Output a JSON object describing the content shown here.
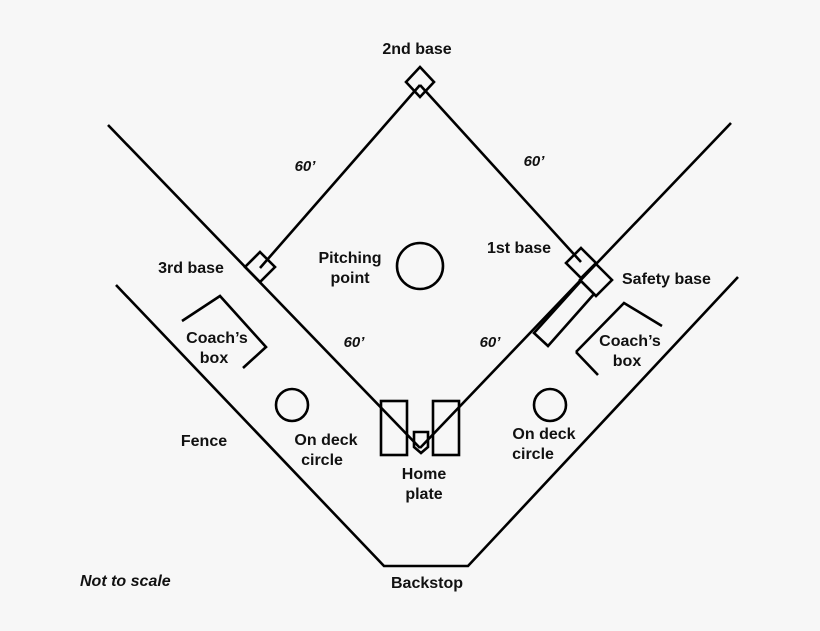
{
  "labels": {
    "second_base": "2nd base",
    "first_base": "1st base",
    "third_base": "3rd base",
    "safety_base": "Safety base",
    "pitching_point_line1": "Pitching",
    "pitching_point_line2": "point",
    "coach_box_left_line1": "Coach’s",
    "coach_box_left_line2": "box",
    "coach_box_right_line1": "Coach’s",
    "coach_box_right_line2": "box",
    "on_deck_left_line1": "On deck",
    "on_deck_left_line2": "circle",
    "on_deck_right_line1": "On deck",
    "on_deck_right_line2": "circle",
    "home_plate_line1": "Home",
    "home_plate_line2": "plate",
    "fence": "Fence",
    "backstop": "Backstop",
    "not_to_scale": "Not to scale"
  },
  "distances": {
    "home_to_first": "60’",
    "first_to_second": "60’",
    "second_to_third": "60’",
    "third_to_home": "60’"
  }
}
